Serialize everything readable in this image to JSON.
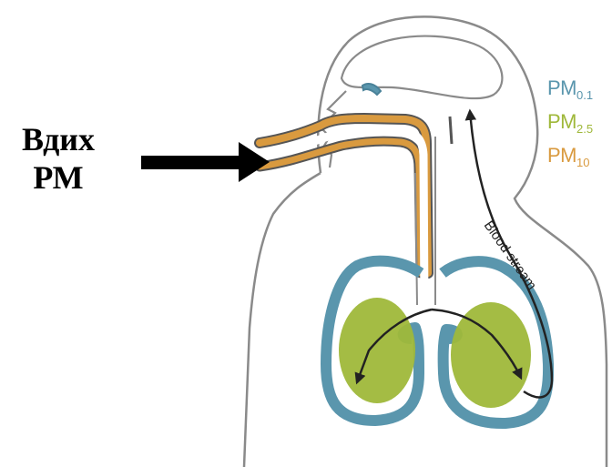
{
  "inhale_label": {
    "line1": "Вдих",
    "line2": "РМ"
  },
  "legend": [
    {
      "base": "PM",
      "sub": "0.1",
      "color": "#5a96ad"
    },
    {
      "base": "PM",
      "sub": "2.5",
      "color": "#9fb83a"
    },
    {
      "base": "PM",
      "sub": "10",
      "color": "#d99a3f"
    }
  ],
  "blood_stream_label": "Blood stream",
  "colors": {
    "pm01": "#5a96ad",
    "pm25": "#9fb83a",
    "pm10": "#d99a3f",
    "outline": "#8a8a8a"
  }
}
